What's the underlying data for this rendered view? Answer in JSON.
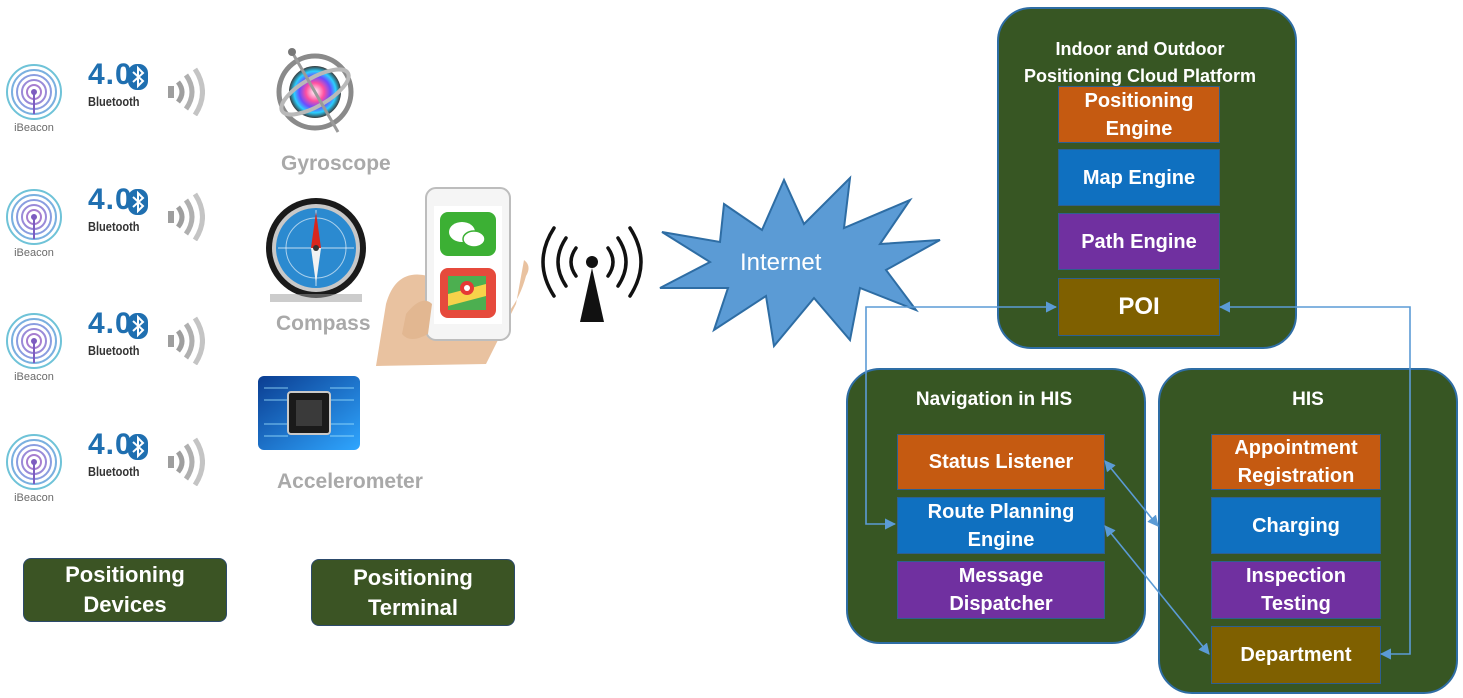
{
  "devices": {
    "beacon_label": "iBeacon",
    "bluetooth_version": "4.0",
    "bluetooth_label": "Bluetooth"
  },
  "sensors": {
    "gyroscope": "Gyroscope",
    "compass": "Compass",
    "accelerometer": "Accelerometer"
  },
  "bottom_labels": {
    "positioning_devices": "Positioning\nDevices",
    "positioning_terminal": "Positioning\nTerminal"
  },
  "internet_label": "Internet",
  "cloud_platform": {
    "title": "Indoor and Outdoor\nPositioning Cloud Platform",
    "modules": {
      "positioning_engine": "Positioning\nEngine",
      "map_engine": "Map Engine",
      "path_engine": "Path Engine",
      "poi": "POI"
    }
  },
  "navigation": {
    "title": "Navigation in HIS",
    "modules": {
      "status_listener": "Status Listener",
      "route_planning": "Route Planning\nEngine",
      "message_dispatcher": "Message\nDispatcher"
    }
  },
  "his": {
    "title": "HIS",
    "modules": {
      "appointment": "Appointment\nRegistration",
      "charging": "Charging",
      "inspection": "Inspection\nTesting",
      "department": "Department"
    }
  },
  "colors": {
    "panel_green": "#375623",
    "module_orange": "#c55a11",
    "module_blue": "#0f70c0",
    "module_purple": "#7030a0",
    "module_brown": "#7f6000",
    "arrow_blue": "#5b9bd5"
  }
}
